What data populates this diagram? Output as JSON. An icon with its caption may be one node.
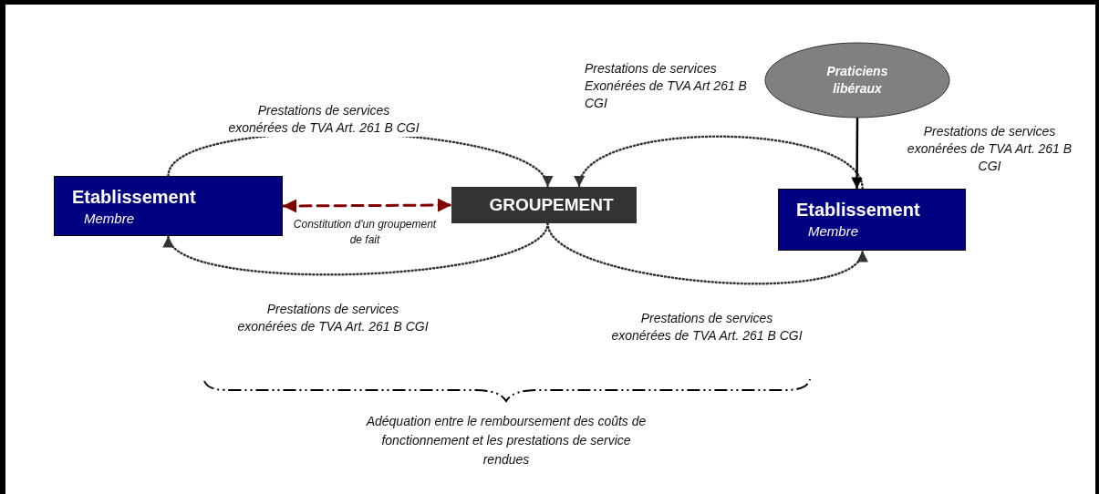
{
  "diagram": {
    "nodes": [
      {
        "text": [
          "Etablissement",
          "Membre"
        ]
      },
      {
        "text": [
          "GROUPEMENT"
        ]
      },
      {
        "text": [
          "Etablissement",
          "Membre"
        ]
      },
      {
        "text": [
          "Praticiens libéraux"
        ]
      }
    ],
    "edges": [
      {
        "from": 0,
        "to": 1,
        "arrow": "to",
        "style": "dashed",
        "label": "Prestations de services exonérées de TVA Art. 261 B CGI"
      },
      {
        "from": 2,
        "to": 1,
        "arrow": "to",
        "style": "dashed",
        "label": "Prestations de services Exonérées de TVA Art 261 B CGI"
      },
      {
        "from": 3,
        "to": 2,
        "arrow": "to",
        "label": "Prestations de services exonérées de TVA Art. 261 B CGI"
      },
      {
        "from": 0,
        "to": 1,
        "arrow": "both",
        "style": "dashed",
        "color": "#800000",
        "label": "Constitution d'un groupement de fait"
      },
      {
        "from": 1,
        "to": 0,
        "arrow": "to",
        "style": "dashed",
        "label": "Prestations de services exonérées de TVA Art. 261 B CGI"
      },
      {
        "from": 1,
        "to": 2,
        "arrow": "to",
        "style": "dashed",
        "label": "Prestations de services exonérées de TVA Art. 261 B CGI"
      }
    ],
    "labels": [
      "Adéquation entre le remboursement des coûts de fonctionnement et les prestations de service rendues"
    ]
  }
}
